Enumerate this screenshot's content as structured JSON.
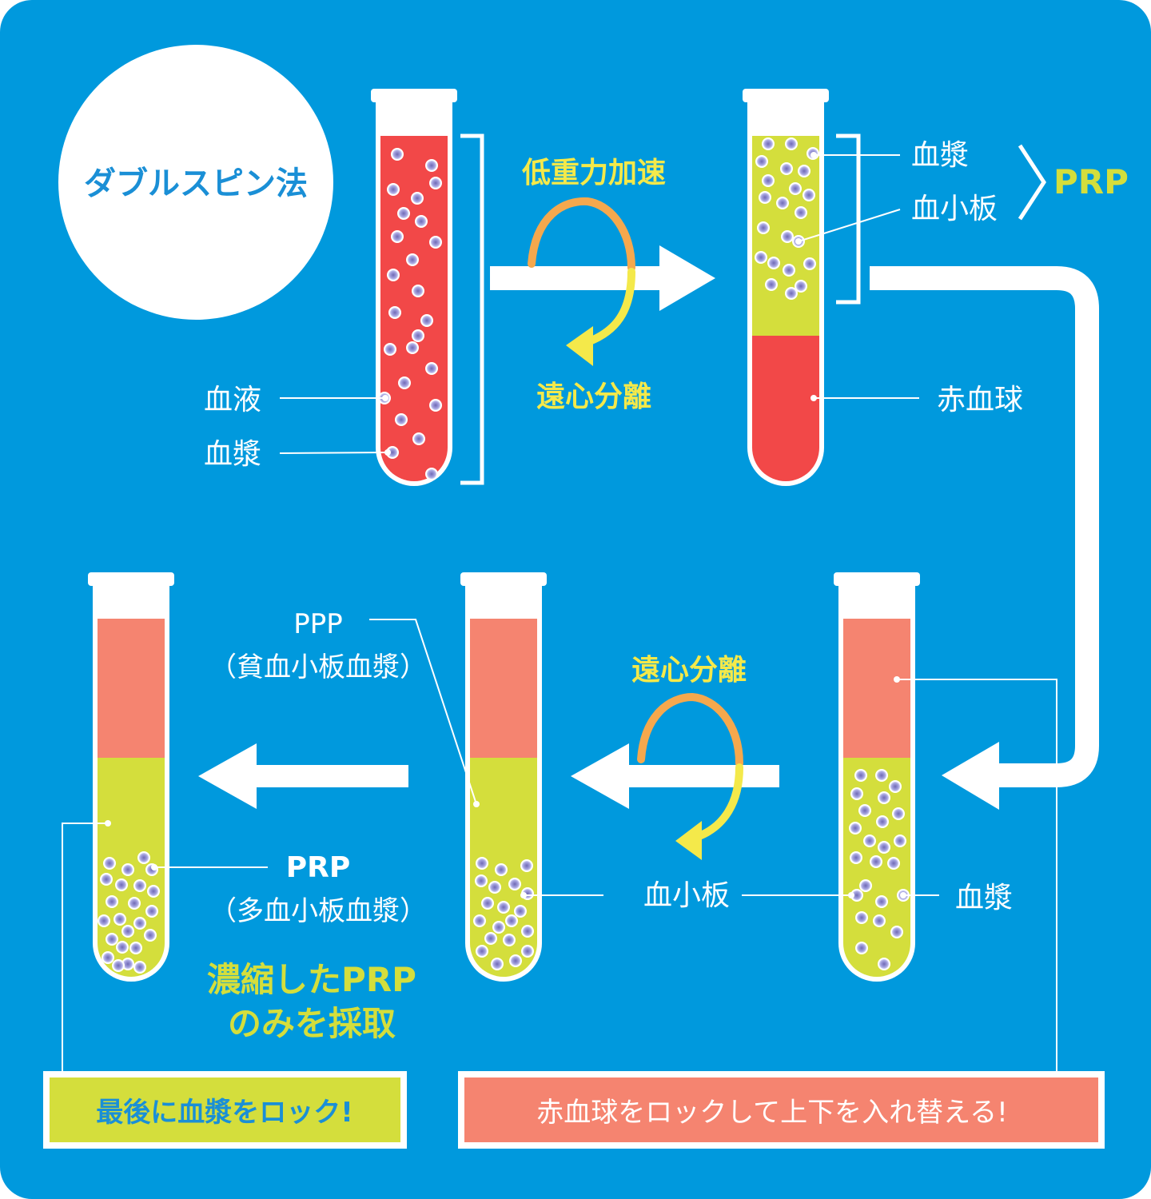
{
  "title": "ダブルスピン法",
  "colors": {
    "background": "#0099dd",
    "white": "#ffffff",
    "blood_red": "#f24848",
    "salmon": "#f58470",
    "plasma_green": "#d4de3c",
    "label_yellow": "#f4e94a",
    "arrow_orange": "#f5a84d",
    "cell_lavender": "#a6a4e0",
    "title_blue": "#1a8fd6"
  },
  "step1": {
    "blood_label": "血液",
    "plasma_label": "血漿"
  },
  "spin1": {
    "top_label": "低重力加速",
    "bottom_label": "遠心分離"
  },
  "step2": {
    "plasma_label": "血漿",
    "platelet_label": "血小板",
    "prp_label": "PRP",
    "rbc_label": "赤血球"
  },
  "step3": {
    "plasma_label": "血漿",
    "platelet_label": "血小板"
  },
  "spin2": {
    "label": "遠心分離"
  },
  "step4": {
    "ppp_label": "PPP",
    "ppp_sub": "（貧血小板血漿）"
  },
  "step5": {
    "prp_label": "PRP",
    "prp_sub": "（多血小板血漿）",
    "concentrated_line1": "濃縮したPRP",
    "concentrated_line2": "のみを採取"
  },
  "boxes": {
    "lock_plasma": "最後に血漿をロック!",
    "lock_rbc": "赤血球をロックして上下を入れ替える!"
  }
}
